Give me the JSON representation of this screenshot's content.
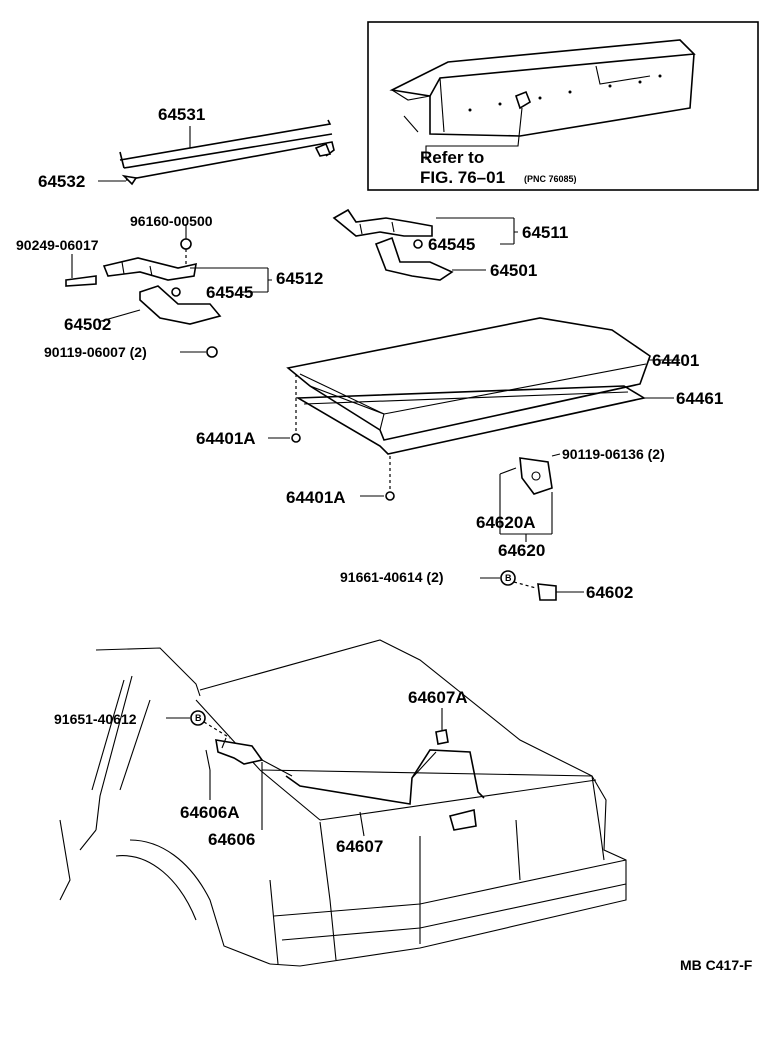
{
  "inset": {
    "refer_line1": "Refer to",
    "refer_line2": "FIG. 76–01",
    "pnc": "(PNC 76085)"
  },
  "labels": {
    "p64531": "64531",
    "p64532": "64532",
    "p96160": "96160-00500",
    "p90249": "90249-06017",
    "p64512": "64512",
    "p64545a": "64545",
    "p64502": "64502",
    "p90119a": "90119-06007 (2)",
    "p64511": "64511",
    "p64545b": "64545",
    "p64501": "64501",
    "p64401": "64401",
    "p64461": "64461",
    "p64401a1": "64401A",
    "p64401a2": "64401A",
    "p90119b": "90119-06136 (2)",
    "p64620a": "64620A",
    "p64620": "64620",
    "p91661": "91661-40614 (2)",
    "p64602": "64602",
    "p64607a": "64607A",
    "p91651": "91651-40612",
    "p64606a": "64606A",
    "p64606": "64606",
    "p64607": "64607"
  },
  "figure_code": "MB C417-F"
}
